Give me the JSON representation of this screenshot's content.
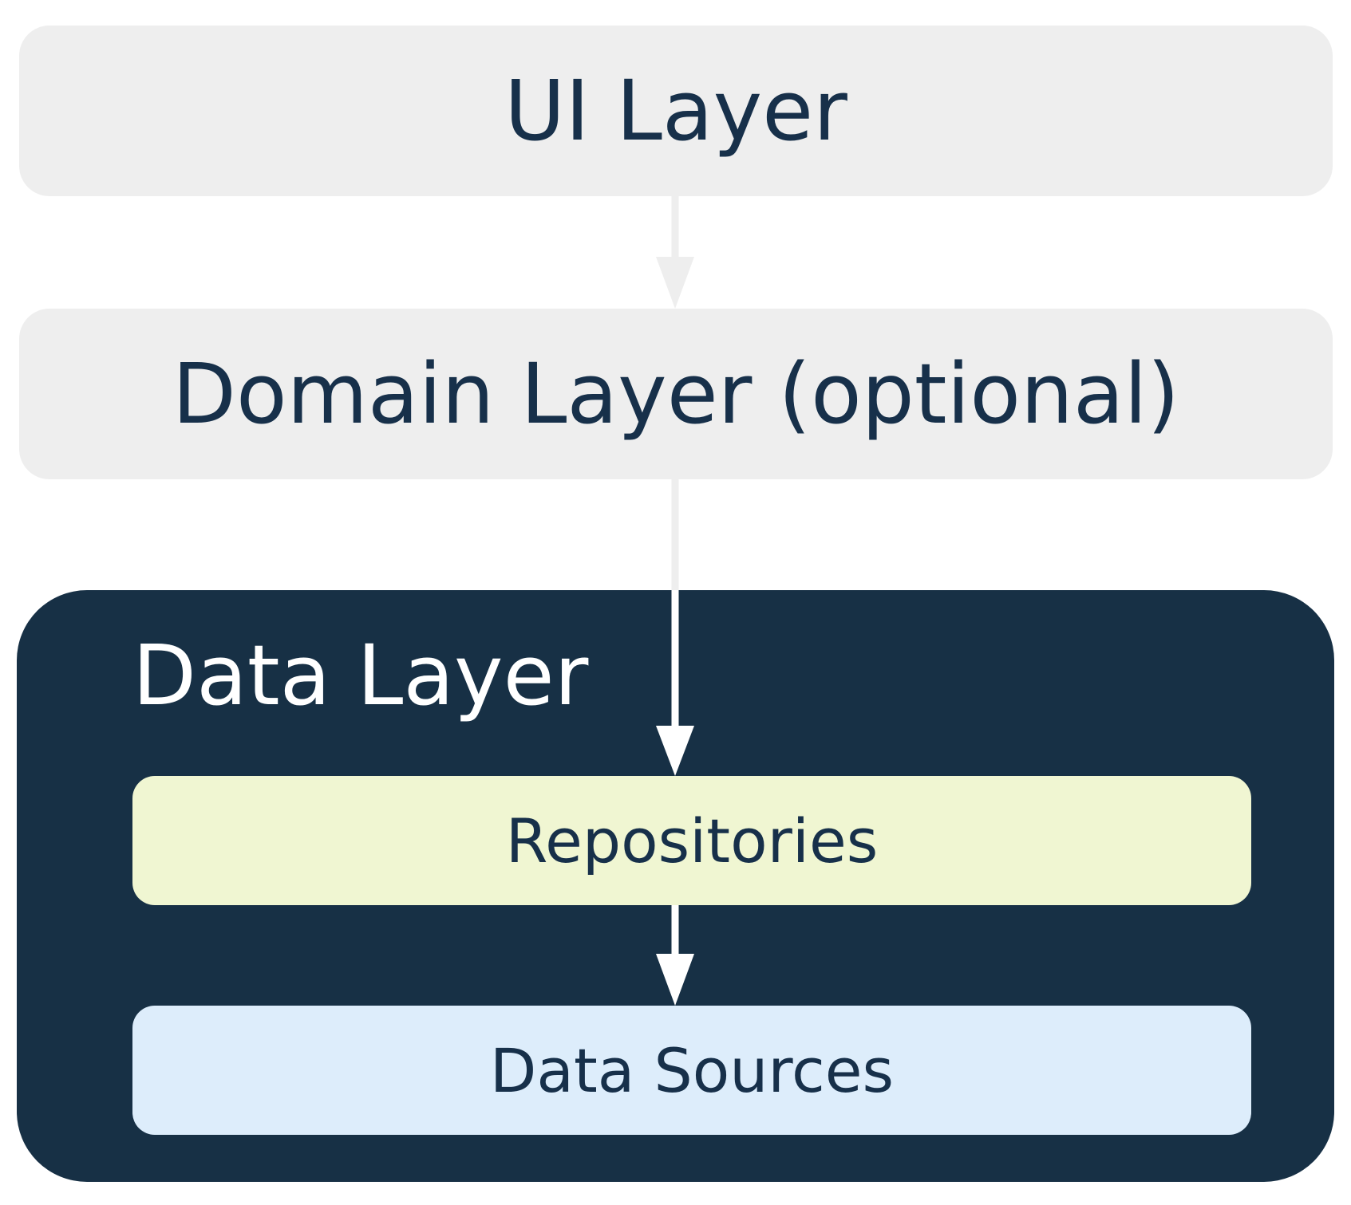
{
  "layers": {
    "ui": "UI Layer",
    "domain": "Domain Layer (optional)",
    "data": {
      "title": "Data Layer",
      "repositories": "Repositories",
      "data_sources": "Data Sources"
    }
  },
  "colors": {
    "light_box": "#eeeeee",
    "data_layer_bg": "#173045",
    "repositories_bg": "#f0f6d2",
    "data_sources_bg": "#ddedfb",
    "text_dark": "#17304a",
    "arrow_light": "#eeeeee",
    "arrow_white": "#ffffff"
  }
}
